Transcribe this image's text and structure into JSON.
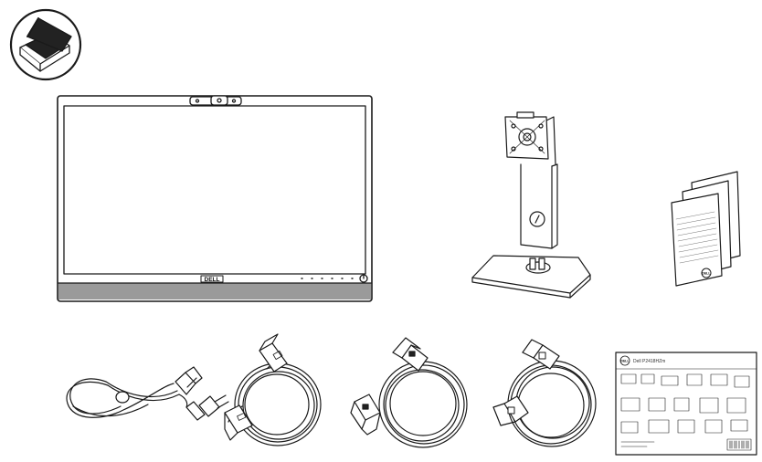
{
  "diagram": {
    "kind": "package-contents",
    "items": [
      {
        "id": "box",
        "icon": "open-box-icon"
      },
      {
        "id": "monitor",
        "icon": "monitor-with-webcam-icon",
        "brand": "DELL"
      },
      {
        "id": "stand",
        "icon": "monitor-stand-riser-and-base-icon"
      },
      {
        "id": "documents",
        "icon": "safety-regulatory-booklet-icon",
        "logo": "DELL"
      },
      {
        "id": "power",
        "icon": "power-cable-icon"
      },
      {
        "id": "usb",
        "icon": "usb-cable-icon"
      },
      {
        "id": "displayport",
        "icon": "displayport-cable-icon"
      },
      {
        "id": "hdmi",
        "icon": "displayport-mini-cable-icon"
      },
      {
        "id": "guide",
        "icon": "quick-setup-guide-icon",
        "guide_logo": "DELL",
        "guide_title": "Dell P2418HZm"
      }
    ],
    "colors": {
      "line": "#1a1a1a",
      "bezel_bottom": "#9a9a9a",
      "background": "#ffffff"
    }
  }
}
